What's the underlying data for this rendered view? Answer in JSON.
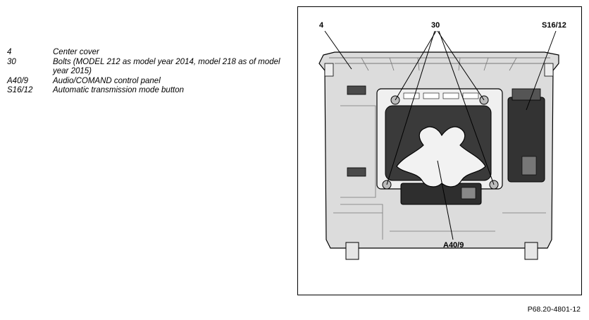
{
  "legend": {
    "items": [
      {
        "key": "4",
        "description": "Center cover"
      },
      {
        "key": "30",
        "description": "Bolts (MODEL 212 as model year 2014, model 218 as of model year 2015)"
      },
      {
        "key": "A40/9",
        "description": "Audio/COMAND control panel"
      },
      {
        "key": "S16/12",
        "description": "Automatic transmission mode button"
      }
    ]
  },
  "diagram": {
    "callouts": {
      "c4": "4",
      "c30": "30",
      "cS16": "S16/12",
      "cA40": "A40/9"
    },
    "figure_id": "P68.20-4801-12"
  },
  "colors": {
    "line": "#000000",
    "cover_fill": "#d9d9d9",
    "dark_module": "#3a3a3a",
    "bracket_fill": "#f2f2f2"
  }
}
